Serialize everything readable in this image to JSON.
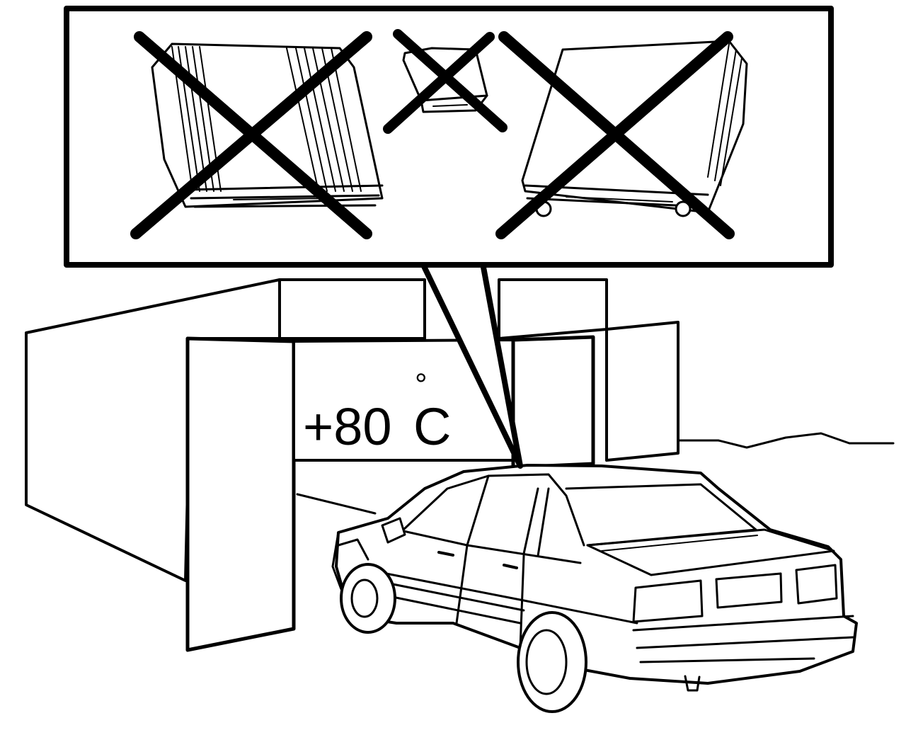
{
  "oven": {
    "temperature": "+80",
    "degree_symbol": "°",
    "unit": "C"
  },
  "callout": {
    "prohibited_items": [
      "amplifier-unit-left",
      "small-control-unit",
      "amplifier-unit-right"
    ],
    "prohibition_mark": "x-cross-icon"
  },
  "colors": {
    "ink": "#000000",
    "paper": "#ffffff"
  }
}
